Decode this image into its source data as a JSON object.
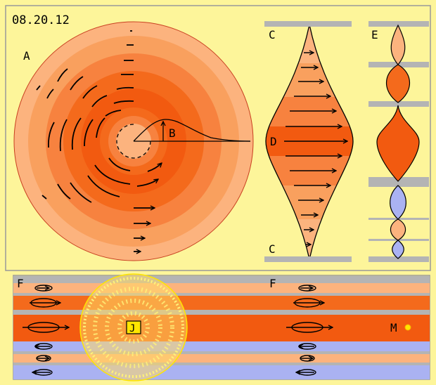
{
  "date": "08.20.12",
  "labels": {
    "A": "A",
    "B": "B",
    "C_top": "C",
    "C_bottom": "C",
    "D": "D",
    "E": "E",
    "F_left": "F",
    "F_right": "F",
    "J": "J",
    "M": "M"
  },
  "colors": {
    "background": "#fdf59a",
    "frame": "#999999",
    "peach": "#fcb37e",
    "orange_light": "#f9a05e",
    "orange_mid": "#f7823f",
    "orange_dark": "#f46a1c",
    "orange_deep": "#f25a10",
    "blue": "#aab2f2",
    "gray": "#b4b4b4",
    "yellow": "#ffe600"
  }
}
